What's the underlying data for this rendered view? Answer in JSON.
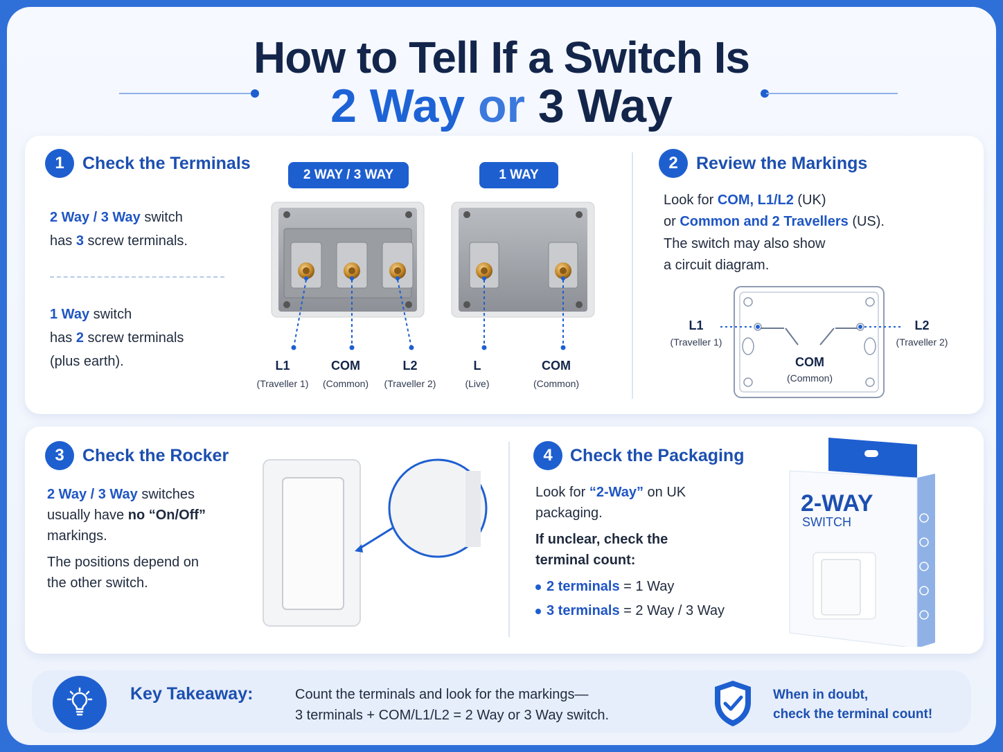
{
  "title": {
    "line1": "How to Tell If a Switch Is",
    "two_way": "2 Way",
    "or": "or",
    "three_way": "3 Way"
  },
  "section1": {
    "number": "1",
    "title": "Check the Terminals",
    "a_blue": "2 Way / 3 Way",
    "a_rest": " switch",
    "b_pre": "has ",
    "b_num": "3",
    "b_post": " screw terminals.",
    "c_blue": "1 Way",
    "c_rest": " switch",
    "d_pre": "has ",
    "d_num": "2",
    "d_post": " screw terminals",
    "e": "(plus earth).",
    "pill_left": "2 WAY / 3 WAY",
    "pill_right": "1 WAY",
    "terminals_left": [
      {
        "label": "L1",
        "sub": "(Traveller 1)"
      },
      {
        "label": "COM",
        "sub": "(Common)"
      },
      {
        "label": "L2",
        "sub": "(Traveller 2)"
      }
    ],
    "terminals_right": [
      {
        "label": "L",
        "sub": "(Live)"
      },
      {
        "label": "COM",
        "sub": "(Common)"
      }
    ]
  },
  "section2": {
    "number": "2",
    "title": "Review the Markings",
    "l1_pre": "Look for ",
    "l1_blue": "COM, L1/L2",
    "l1_post": " (UK)",
    "l2_pre": "or ",
    "l2_blue": "Common and 2 Travellers",
    "l2_post": " (US).",
    "l3": "The switch may also show",
    "l4": "a circuit diagram.",
    "diagram": {
      "l1": "L1",
      "l1_sub": "(Traveller 1)",
      "l2": "L2",
      "l2_sub": "(Traveller 2)",
      "com": "COM",
      "com_sub": "(Common)"
    }
  },
  "section3": {
    "number": "3",
    "title": "Check the Rocker",
    "l1_blue": "2 Way / 3 Way",
    "l1_rest": " switches",
    "l2_pre": "usually have ",
    "l2_bold": "no “On/Off”",
    "l3": "markings.",
    "l4": "The positions depend on",
    "l5": "the other switch."
  },
  "section4": {
    "number": "4",
    "title": "Check the Packaging",
    "l1_pre": "Look for ",
    "l1_blue": "“2-Way”",
    "l1_post": " on UK",
    "l2": "packaging.",
    "l3": "If unclear, check the",
    "l4": "terminal count:",
    "bullets": [
      {
        "blue": "2 terminals",
        "rest": " = 1 Way"
      },
      {
        "blue": "3 terminals",
        "rest": " = 2 Way / 3 Way"
      }
    ],
    "box_title": "2-WAY",
    "box_sub": "SWITCH"
  },
  "footer": {
    "heading": "Key Takeaway:",
    "line1": "Count the terminals and look for the markings—",
    "line2": "3 terminals + COM/L1/L2 = 2 Way or 3 Way switch.",
    "tip1": "When in doubt,",
    "tip2": "check the terminal count!"
  },
  "colors": {
    "accent": "#1e5fd0",
    "navy": "#13254a",
    "border": "#2f6fd8"
  }
}
